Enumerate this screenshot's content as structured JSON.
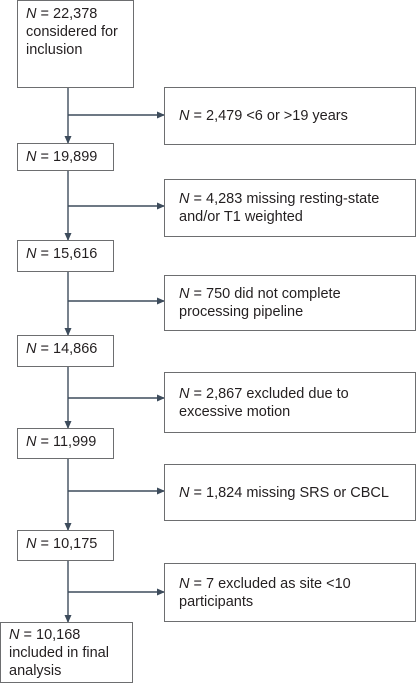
{
  "flow": [
    {
      "n": "N",
      "text": " = 22,378 considered for inclusion"
    },
    {
      "n": "N",
      "text": " = 19,899"
    },
    {
      "n": "N",
      "text": " = 15,616"
    },
    {
      "n": "N",
      "text": " = 14,866"
    },
    {
      "n": "N",
      "text": " = 11,999"
    },
    {
      "n": "N",
      "text": " = 10,175"
    },
    {
      "n": "N",
      "text": " = 10,168 included in final analysis"
    }
  ],
  "exclusions": [
    {
      "n": "N",
      "text": " = 2,479 <6 or >19 years"
    },
    {
      "n": "N",
      "text": " = 4,283 missing resting-state and/or T1 weighted"
    },
    {
      "n": "N",
      "text": " = 750 did not complete processing pipeline"
    },
    {
      "n": "N",
      "text": " = 2,867 excluded due to excessive motion"
    },
    {
      "n": "N",
      "text": " = 1,824 missing SRS or CBCL"
    },
    {
      "n": "N",
      "text": " = 7 excluded as site <10 participants"
    }
  ],
  "colors": {
    "line": "#3d4c5c",
    "border": "#6d6e70",
    "text": "#231f20"
  }
}
